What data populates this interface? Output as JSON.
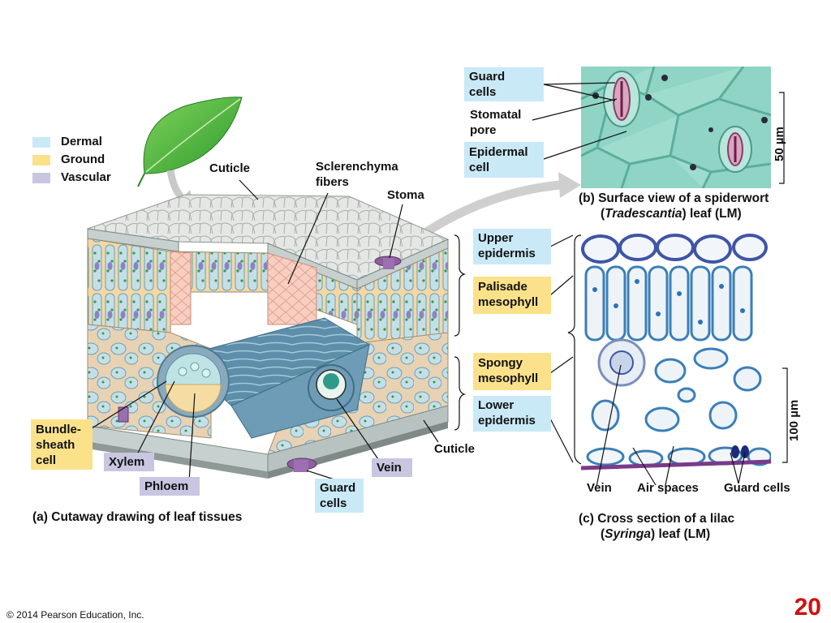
{
  "legend": {
    "items": [
      {
        "label": "Dermal",
        "color": "#c9e9f7"
      },
      {
        "label": "Ground",
        "color": "#fbe28a"
      },
      {
        "label": "Vascular",
        "color": "#c8c6e0"
      }
    ]
  },
  "cutaway": {
    "labels": {
      "cuticle_top": "Cuticle",
      "sclerenchyma_1": "Sclerenchyma",
      "sclerenchyma_2": "fibers",
      "stoma": "Stoma",
      "bundle_sheath_1": "Bundle-",
      "bundle_sheath_2": "sheath",
      "bundle_sheath_3": "cell",
      "xylem": "Xylem",
      "phloem": "Phloem",
      "guard_1": "Guard",
      "guard_2": "cells",
      "vein": "Vein",
      "cuticle_bottom": "Cuticle"
    },
    "caption": "(a) Cutaway drawing of leaf tissues"
  },
  "surface_view": {
    "labels": {
      "guard_1": "Guard",
      "guard_2": "cells",
      "pore_1": "Stomatal",
      "pore_2": "pore",
      "epi_1": "Epidermal",
      "epi_2": "cell"
    },
    "scale": "50 µm",
    "caption_line1": "(b) Surface view of a spiderwort",
    "caption_line2_pre": "(",
    "caption_line2_italic": "Tradescantia",
    "caption_line2_post": ") leaf (LM)"
  },
  "cross_section": {
    "layers": {
      "upper_1": "Upper",
      "upper_2": "epidermis",
      "palisade_1": "Palisade",
      "palisade_2": "mesophyll",
      "spongy_1": "Spongy",
      "spongy_2": "mesophyll",
      "lower_1": "Lower",
      "lower_2": "epidermis"
    },
    "bottom_labels": {
      "vein": "Vein",
      "air": "Air spaces",
      "guard": "Guard cells"
    },
    "scale": "100 µm",
    "caption_line1": "(c) Cross section of a lilac",
    "caption_line2_pre": "(",
    "caption_line2_italic": "Syringa",
    "caption_line2_post": ") leaf (LM)"
  },
  "footer": {
    "copyright": "© 2014 Pearson Education, Inc.",
    "page_number": "20"
  }
}
